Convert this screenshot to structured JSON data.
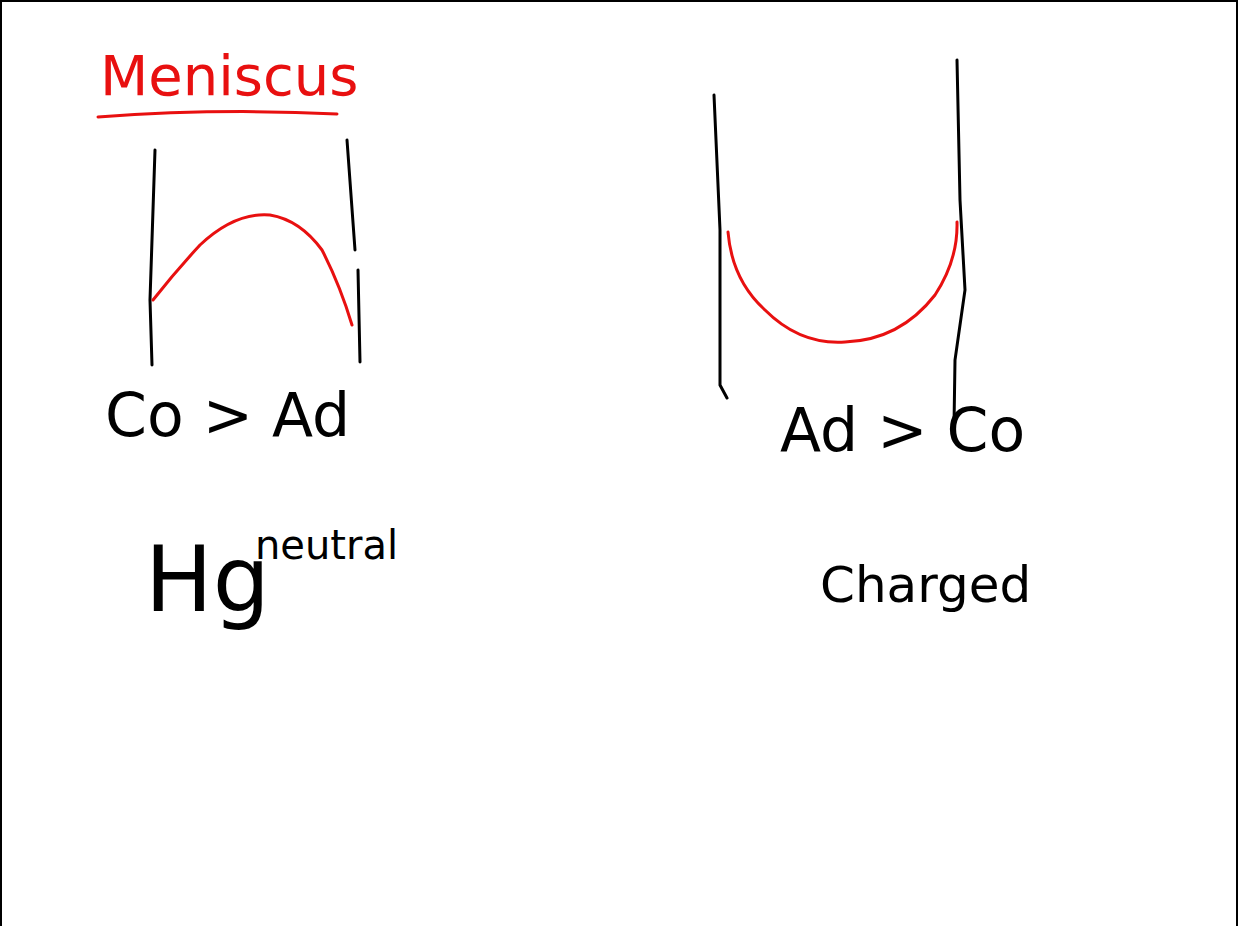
{
  "diagram": {
    "title": "Meniscus",
    "labels": [
      "Co > Ad",
      "Hg",
      "neutral",
      "Ad > Co",
      "Charged"
    ]
  }
}
